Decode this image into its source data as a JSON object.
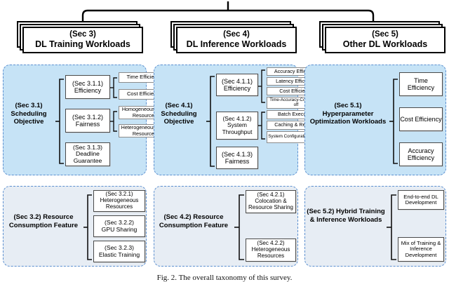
{
  "figure": {
    "caption": "Fig. 2.  The overall taxonomy of this survey.",
    "colors": {
      "panel_blue": "#c6e3f6",
      "panel_gray": "#e7edf4",
      "panel_border": "#5b8fd0",
      "box_border": "#8b8b8b",
      "line": "#000000"
    }
  },
  "headers": [
    {
      "id": "sec3",
      "sec": "(Sec 3)",
      "title": "DL Training Workloads"
    },
    {
      "id": "sec4",
      "sec": "(Sec 4)",
      "title": "DL Inference Workloads"
    },
    {
      "id": "sec5",
      "sec": "(Sec 5)",
      "title": "Other DL Workloads"
    }
  ],
  "panels": {
    "sec31": {
      "root": {
        "sec": "(Sec 3.1)",
        "l1": "Scheduling",
        "l2": "Objective"
      },
      "mid": [
        {
          "sec": "(Sec 3.1.1)",
          "name": "Efficiency",
          "leaves": [
            "Time Efficiency",
            "Cost Efficiency"
          ]
        },
        {
          "sec": "(Sec 3.1.2)",
          "name": "Fairness",
          "leaves": [
            "Homogeneous GPU Resources",
            "Heterogeneous GPU Resources"
          ]
        },
        {
          "sec": "(Sec 3.1.3)",
          "name": "Deadline Guarantee",
          "leaves": []
        }
      ]
    },
    "sec41": {
      "root": {
        "sec": "(Sec 4.1)",
        "l1": "Scheduling",
        "l2": "Objective"
      },
      "mid": [
        {
          "sec": "(Sec 4.1.1)",
          "name": "Efficiency",
          "leaves": [
            "Accuracy Efficiency",
            "Latency Efficiency",
            "Cost Efficiency",
            "Time-Accuracy-Cost Trade-off"
          ]
        },
        {
          "sec": "(Sec 4.1.2)",
          "name": "System Throughput",
          "leaves": [
            "Batch Execution",
            "Caching & Reusing",
            "System Configuration Tuning"
          ]
        },
        {
          "sec": "(Sec 4.1.3)",
          "name": "Fairness",
          "leaves": []
        }
      ]
    },
    "sec51": {
      "root": {
        "sec": "(Sec 5.1)",
        "l1": "Hyperparameter",
        "l2": "Optimization Workloads"
      },
      "leaves": [
        "Time Efficiency",
        "Cost Efficiency",
        "Accuracy Efficiency"
      ]
    },
    "sec32": {
      "root": {
        "sec": "(Sec 3.2)",
        "l1": "Resource",
        "l2": "Consumption Feature"
      },
      "leaves": [
        {
          "sec": "(Sec 3.2.1)",
          "name": "Heterogeneous Resources"
        },
        {
          "sec": "(Sec 3.2.2)",
          "name": "GPU Sharing"
        },
        {
          "sec": "(Sec 3.2.3)",
          "name": "Elastic Training"
        }
      ]
    },
    "sec42": {
      "root": {
        "sec": "(Sec 4.2)",
        "l1": "Resource",
        "l2": "Consumption Feature"
      },
      "leaves": [
        {
          "sec": "(Sec 4.2.1)",
          "name": "Colocation & Resource Sharing"
        },
        {
          "sec": "(Sec 4.2.2)",
          "name": "Heterogeneous Resources"
        }
      ]
    },
    "sec52": {
      "root": {
        "sec": "(Sec 5.2)",
        "l1": "Hybrid",
        "l2": "Training & Inference",
        "l3": "Workloads"
      },
      "leaves": [
        "End-to-end DL Development",
        "Mix of Training & Inference Development"
      ]
    }
  }
}
